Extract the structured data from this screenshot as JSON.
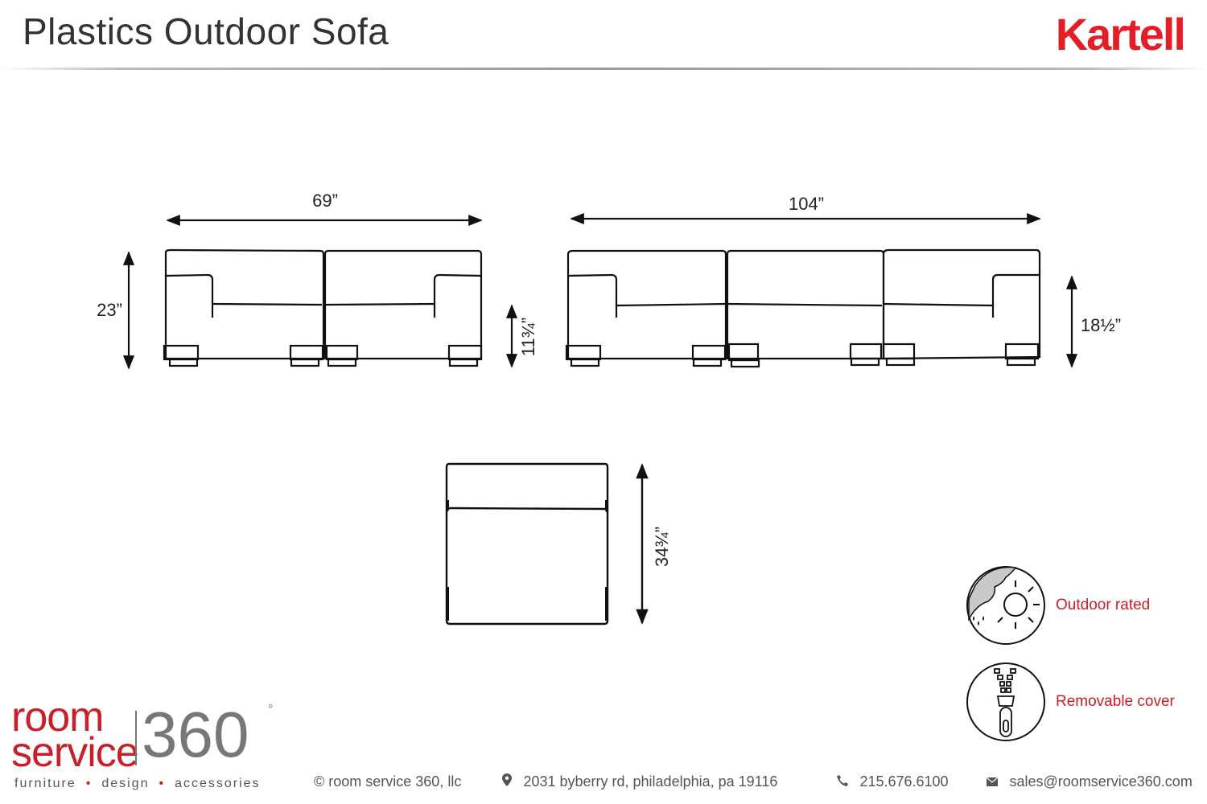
{
  "header": {
    "title": "Plastics Outdoor Sofa",
    "brand": "Kartell"
  },
  "dimensions": {
    "sofa2_width": "69”",
    "sofa2_height": "23”",
    "seat_height": "11¾”",
    "sofa3_width": "104”",
    "sofa3_seat_depth": "18½”",
    "module_depth": "34¾”"
  },
  "features": [
    {
      "label": "Outdoor rated",
      "icon": "weather-sun-rain-icon"
    },
    {
      "label": "Removable cover",
      "icon": "zipper-icon"
    }
  ],
  "logo": {
    "room": "room",
    "service": "service",
    "number": "360",
    "degree": "°",
    "tagline": [
      "furniture",
      "design",
      "accessories"
    ],
    "accent_color": "#c8202a",
    "gray_color": "#777777"
  },
  "footer": {
    "copyright": "© room service 360, llc",
    "address": "2031 byberry rd, philadelphia, pa 19116",
    "phone": "215.676.6100",
    "email": "sales@roomservice360.com"
  },
  "colors": {
    "brand_red": "#e41e26",
    "feature_red": "#c8202a",
    "line": "#111111"
  }
}
